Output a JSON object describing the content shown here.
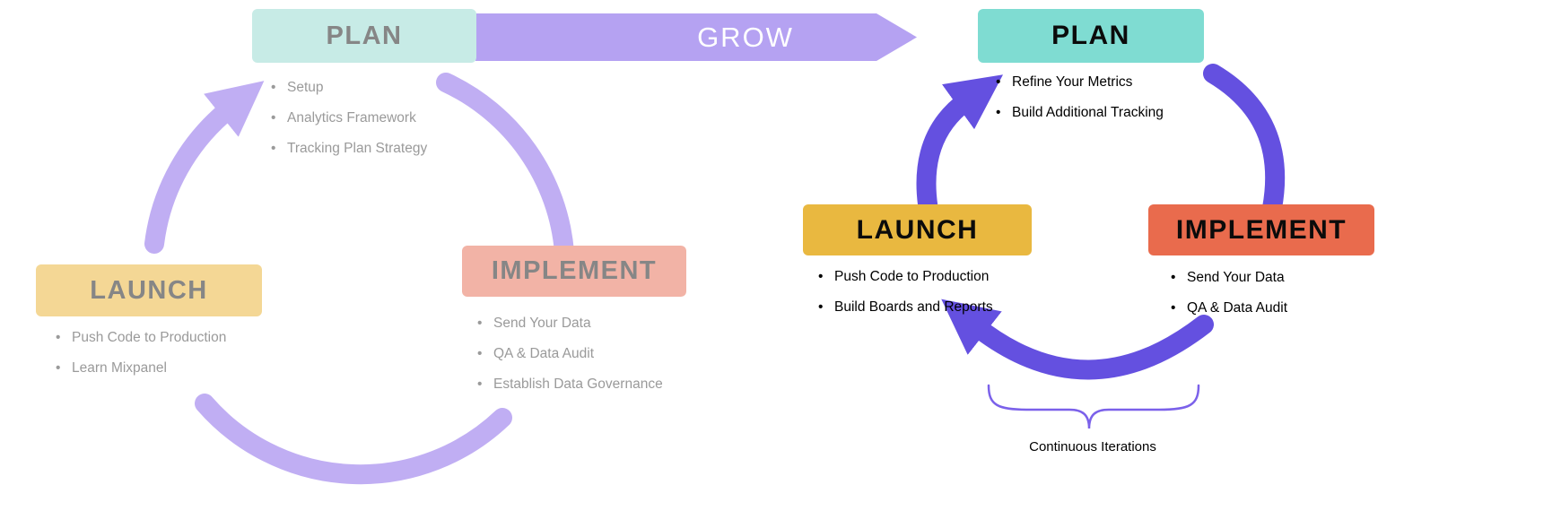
{
  "colors": {
    "background": "#ffffff",
    "left_arc": "#c0aef3",
    "right_arc": "#6450e0",
    "grow_arrow": "#b5a2f2",
    "grow_text": "#ffffff",
    "left_plan_bg": "#c7ebe6",
    "left_implement_bg": "#f2b3a6",
    "left_launch_bg": "#f4d795",
    "left_title_text": "#868686",
    "left_bullet_text": "#9a9a9a",
    "right_plan_bg": "#7fdcd2",
    "right_launch_bg": "#e9b840",
    "right_implement_bg": "#e96b4d",
    "right_title_text": "#0b0b0b",
    "right_bullet_text": "#000000",
    "brace": "#7b61ea"
  },
  "left_cycle": {
    "plan": {
      "label": "PLAN",
      "bullets": [
        "Setup",
        "Analytics Framework",
        "Tracking Plan Strategy"
      ]
    },
    "implement": {
      "label": "IMPLEMENT",
      "bullets": [
        "Send Your Data",
        "QA & Data Audit",
        "Establish Data Governance"
      ]
    },
    "launch": {
      "label": "LAUNCH",
      "bullets": [
        "Push Code to Production",
        "Learn Mixpanel"
      ]
    }
  },
  "grow": {
    "label": "GROW"
  },
  "right_cycle": {
    "plan": {
      "label": "PLAN",
      "bullets": [
        "Refine Your Metrics",
        "Build Additional Tracking"
      ]
    },
    "launch": {
      "label": "LAUNCH",
      "bullets": [
        "Push Code to Production",
        "Build Boards and Reports"
      ]
    },
    "implement": {
      "label": "IMPLEMENT",
      "bullets": [
        "Send Your Data",
        "QA & Data Audit"
      ]
    }
  },
  "caption": {
    "continuous_iterations": "Continuous Iterations"
  }
}
